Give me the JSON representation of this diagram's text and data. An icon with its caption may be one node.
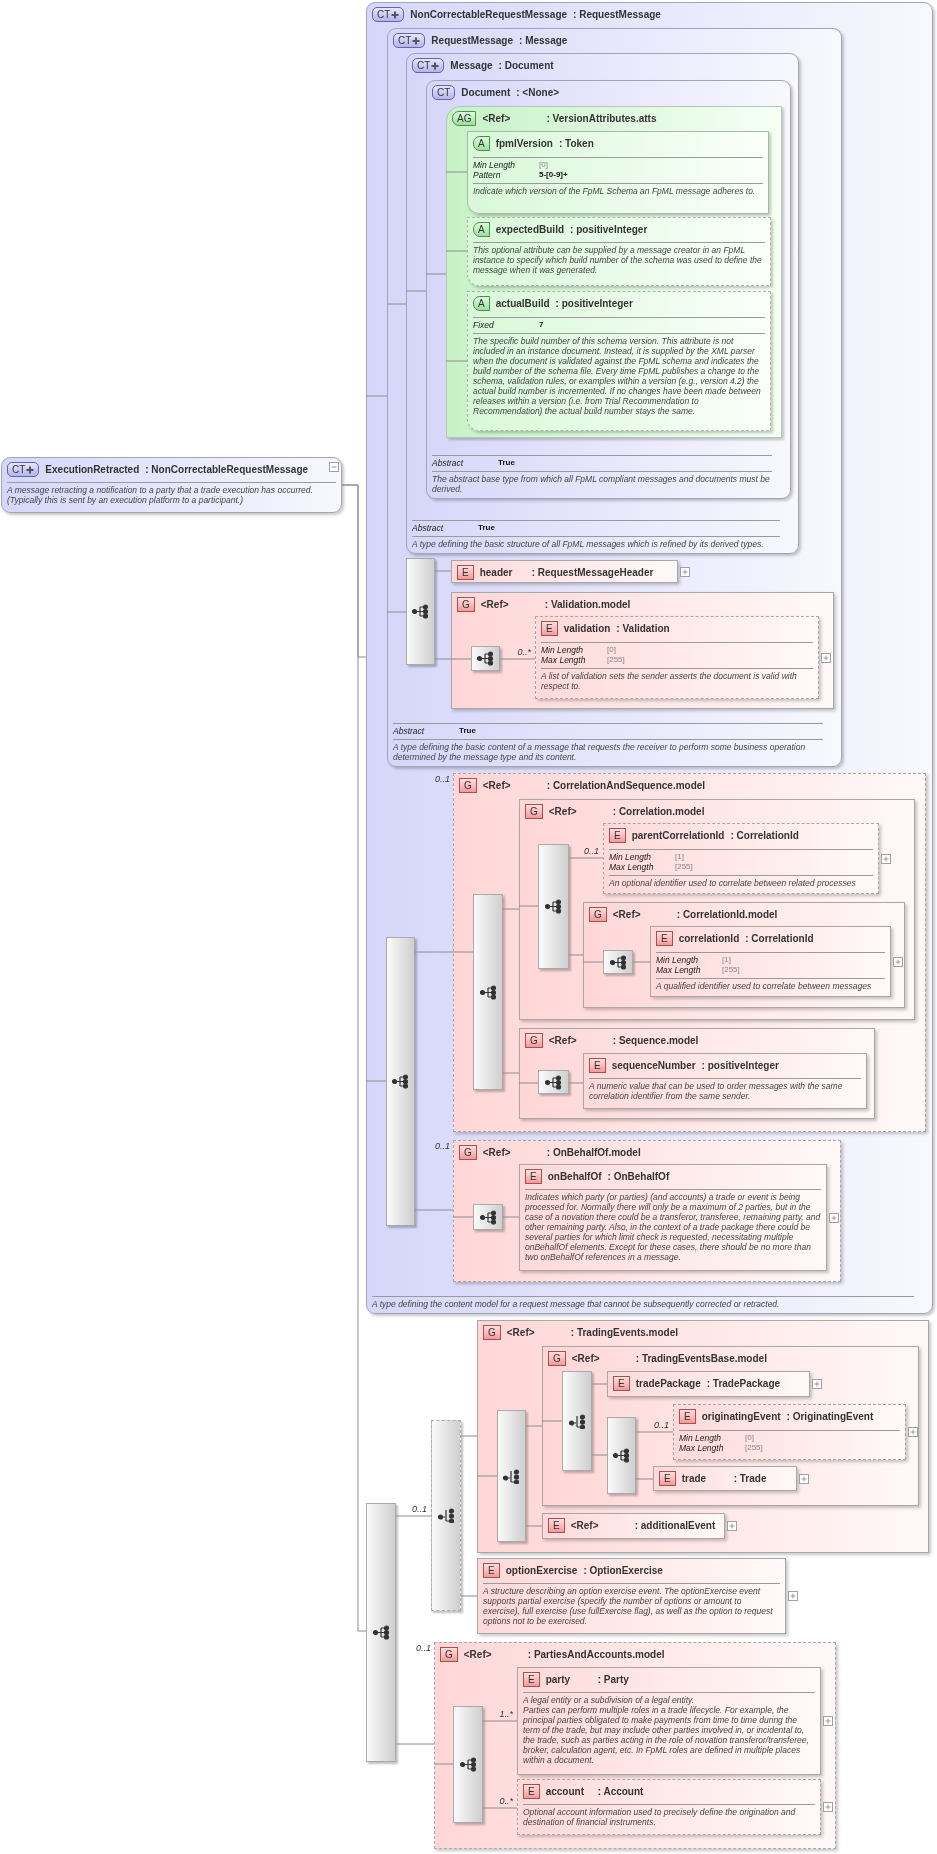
{
  "diagram": {
    "nodes": [
      {
        "text": [
          "CT",
          "ExecutionRetracted",
          ": NonCorrectableRequestMessage",
          "A message retracting a notification to a party that a trade execution has occurred. (Typically this is sent by an execution platform to a participant.)"
        ]
      },
      {
        "text": [
          "CT",
          "NonCorrectableRequestMessage",
          ": RequestMessage",
          "A type defining the content model for a request message that cannot be subsequently corrected or retracted."
        ]
      },
      {
        "text": [
          "CT",
          "RequestMessage",
          ": Message",
          "Abstract",
          "True",
          "A type defining the basic content of a message that requests the receiver to perform some business operation determined by the message type and its content."
        ],
        "in": 1
      },
      {
        "text": [
          "CT",
          "Message",
          ": Document",
          "Abstract",
          "True",
          "A type defining the basic structure of all FpML messages which is refined by its derived types."
        ],
        "in": 2
      },
      {
        "text": [
          "CT",
          "Document",
          ": <None>",
          "Abstract",
          "True",
          "The abstract base type from which all FpML compliant messages and documents must be derived."
        ],
        "in": 3
      },
      {
        "text": [
          "AG",
          "<Ref>",
          ": VersionAttributes.atts"
        ],
        "in": 4
      },
      {
        "text": [
          "A",
          "fpmlVersion",
          ": Token",
          "Min Length",
          "[0]",
          "Pattern",
          "5-[0-9]+",
          "Indicate which version of the FpML Schema an FpML message adheres to."
        ],
        "in": 5
      },
      {
        "text": [
          "A",
          "expectedBuild",
          ": positiveInteger",
          "This optional attribute can be supplied by a message creator in an FpML instance to specify which build number of the schema was used to define the message when it was generated."
        ],
        "in": 5
      },
      {
        "text": [
          "A",
          "actualBuild",
          ": positiveInteger",
          "Fixed",
          "7",
          "The specific build number of this schema version. This attribute is not included in an instance document. Instead, it is supplied by the XML parser when the document is validated against the FpML schema and indicates the build number of the schema file. Every time FpML publishes a change to the schema, validation rules, or examples within a version (e.g., version 4.2) the actual build number is incremented. If no changes have been made between releases within a version (i.e. from Trial Recommendation to Recommendation) the actual build number stays the same."
        ],
        "in": 5
      },
      {
        "text": [],
        "shape": "bar",
        "in": 2
      },
      {
        "text": [
          "E",
          "header",
          ": RequestMessageHeader"
        ],
        "in": 2
      },
      {
        "text": [
          "G",
          "<Ref>",
          ": Validation.model"
        ],
        "in": 2
      },
      {
        "text": [],
        "shape": "bar",
        "in": 11
      },
      {
        "text": [
          "E",
          "validation",
          ": Validation",
          "Min Length",
          "[0]",
          "Max Length",
          "[255]",
          "A list of validation sets the sender asserts the document is valid with respect to."
        ],
        "in": 11
      },
      {
        "text": [],
        "shape": "bar",
        "in": 1
      },
      {
        "text": [
          "G",
          "<Ref>",
          ": CorrelationAndSequence.model"
        ],
        "beside": [
          "0..1"
        ],
        "in": 1
      },
      {
        "text": [],
        "shape": "bar",
        "in": 15
      },
      {
        "text": [
          "G",
          "<Ref>",
          ": Correlation.model"
        ],
        "in": 15
      },
      {
        "text": [],
        "shape": "bar",
        "in": 17
      },
      {
        "text": [
          "E",
          "parentCorrelationId",
          ": CorrelationId",
          "Min Length",
          "[1]",
          "Max Length",
          "[255]",
          "An optional identifier used to correlate between related processes"
        ],
        "in": 17
      },
      {
        "text": [
          "G",
          "<Ref>",
          ": CorrelationId.model"
        ],
        "in": 17
      },
      {
        "text": [],
        "shape": "bar",
        "in": 20
      },
      {
        "text": [
          "E",
          "correlationId",
          ": CorrelationId",
          "Min Length",
          "[1]",
          "Max Length",
          "[255]",
          "A qualified identifier used to correlate between messages"
        ],
        "in": 20
      },
      {
        "text": [
          "G",
          "<Ref>",
          ": Sequence.model"
        ],
        "in": 15
      },
      {
        "text": [],
        "shape": "bar",
        "in": 23
      },
      {
        "text": [
          "E",
          "sequenceNumber",
          ": positiveInteger",
          "A numeric value that can be used to order messages with the same correlation identifier from the same sender."
        ],
        "in": 23
      },
      {
        "text": [
          "G",
          "<Ref>",
          ": OnBehalfOf.model"
        ],
        "beside": [
          "0..1"
        ],
        "in": 1
      },
      {
        "text": [],
        "shape": "bar",
        "in": 26
      },
      {
        "text": [
          "E",
          "onBehalfOf",
          ": OnBehalfOf",
          "Indicates which party (or parties) (and accounts) a trade or event is being processed for. Normally there will only be a maximum of 2 parties, but in the case of a novation there could be a transferor, transferee, remaining party, and other remaining party. Also, in the context of a trade package there could be several parties for which limit check is requested, necessitating multiple onBehalfOf elements. Except for these cases, there should be no more than two onBehalfOf references in a message."
        ],
        "in": 26
      },
      {
        "text": [],
        "shape": "bar"
      },
      {
        "text": [],
        "shape": "bar"
      },
      {
        "text": [
          "G",
          "<Ref>",
          ": TradingEvents.model"
        ]
      },
      {
        "text": [],
        "shape": "bar",
        "in": 31
      },
      {
        "text": [
          "G",
          "<Ref>",
          ": TradingEventsBase.model"
        ],
        "in": 31
      },
      {
        "text": [],
        "shape": "bar",
        "in": 33
      },
      {
        "text": [
          "E",
          "tradePackage",
          ": TradePackage"
        ],
        "in": 33
      },
      {
        "text": [],
        "shape": "bar",
        "in": 33
      },
      {
        "text": [
          "E",
          "originatingEvent",
          ": OriginatingEvent",
          "Min Length",
          "[0]",
          "Max Length",
          "[255]"
        ],
        "in": 33
      },
      {
        "text": [
          "E",
          "trade",
          ": Trade"
        ],
        "in": 33
      },
      {
        "text": [
          "E",
          "<Ref>",
          ": additionalEvent"
        ],
        "in": 31
      },
      {
        "text": [
          "E",
          "optionExercise",
          ": OptionExercise",
          "A structure describing an option exercise event. The optionExercise event supports partial exercise (specify the number of options or amount to exercise), full exercise (use fullExercise flag), as well as the option to request options not to be exercised."
        ]
      },
      {
        "text": [
          "G",
          "<Ref>",
          ": PartiesAndAccounts.model"
        ],
        "beside": [
          "0..1"
        ]
      },
      {
        "text": [],
        "shape": "bar",
        "in": 41
      },
      {
        "text": [
          "E",
          "party",
          ": Party",
          "A legal entity or a subdivision of a legal entity.",
          "Parties can perform multiple roles in a trade lifecycle. For example, the principal parties obligated to make payments from time to time during the term of the trade, but may include other parties involved in, or incidental to, the trade, such as parties acting in the role of novation transferor/transferee, broker, calculation agent, etc. In FpML roles are defined in multiple places within a document."
        ],
        "in": 41
      },
      {
        "text": [
          "E",
          "account",
          ": Account",
          "Optional account information used to precisely define the origination and destination of financial instruments."
        ],
        "in": 41
      }
    ],
    "edges": [
      {
        "from": 0,
        "to": 1,
        "arrow": "none"
      },
      {
        "from": 0,
        "to": 29,
        "arrow": "none"
      },
      {
        "from": 1,
        "to": 2,
        "arrow": "none"
      },
      {
        "from": 2,
        "to": 3,
        "arrow": "none"
      },
      {
        "from": 3,
        "to": 4,
        "arrow": "none"
      },
      {
        "from": 4,
        "to": 5,
        "arrow": "none"
      },
      {
        "from": 5,
        "to": 6,
        "arrow": "none"
      },
      {
        "from": 5,
        "to": 7,
        "arrow": "none"
      },
      {
        "from": 5,
        "to": 8,
        "arrow": "none"
      },
      {
        "from": 1,
        "to": 14,
        "arrow": "none"
      },
      {
        "from": 2,
        "to": 9,
        "arrow": "none"
      },
      {
        "from": 9,
        "to": 10,
        "arrow": "none"
      },
      {
        "from": 9,
        "to": 11,
        "arrow": "none"
      },
      {
        "from": 11,
        "to": 12,
        "arrow": "none"
      },
      {
        "from": 12,
        "to": 13,
        "arrow": "none",
        "label": "0..*"
      },
      {
        "from": 14,
        "to": 15,
        "arrow": "none"
      },
      {
        "from": 14,
        "to": 26,
        "arrow": "none"
      },
      {
        "from": 15,
        "to": 16,
        "arrow": "none"
      },
      {
        "from": 16,
        "to": 17,
        "arrow": "none"
      },
      {
        "from": 16,
        "to": 23,
        "arrow": "none"
      },
      {
        "from": 17,
        "to": 18,
        "arrow": "none"
      },
      {
        "from": 18,
        "to": 19,
        "arrow": "none",
        "label": "0..1"
      },
      {
        "from": 18,
        "to": 20,
        "arrow": "none"
      },
      {
        "from": 20,
        "to": 21,
        "arrow": "none"
      },
      {
        "from": 21,
        "to": 22,
        "arrow": "none"
      },
      {
        "from": 23,
        "to": 24,
        "arrow": "none"
      },
      {
        "from": 24,
        "to": 25,
        "arrow": "none"
      },
      {
        "from": 26,
        "to": 27,
        "arrow": "none"
      },
      {
        "from": 27,
        "to": 28,
        "arrow": "none"
      },
      {
        "from": 29,
        "to": 30,
        "arrow": "none",
        "label": "0..1"
      },
      {
        "from": 29,
        "to": 41,
        "arrow": "none"
      },
      {
        "from": 30,
        "to": 31,
        "arrow": "none"
      },
      {
        "from": 30,
        "to": 40,
        "arrow": "none"
      },
      {
        "from": 31,
        "to": 32,
        "arrow": "none"
      },
      {
        "from": 32,
        "to": 33,
        "arrow": "none"
      },
      {
        "from": 32,
        "to": 39,
        "arrow": "none"
      },
      {
        "from": 33,
        "to": 34,
        "arrow": "none"
      },
      {
        "from": 34,
        "to": 35,
        "arrow": "none"
      },
      {
        "from": 34,
        "to": 36,
        "arrow": "none"
      },
      {
        "from": 36,
        "to": 37,
        "arrow": "none",
        "label": "0..1"
      },
      {
        "from": 36,
        "to": 38,
        "arrow": "none"
      },
      {
        "from": 41,
        "to": 42,
        "arrow": "none"
      },
      {
        "from": 42,
        "to": 43,
        "arrow": "none",
        "label": "1..*"
      },
      {
        "from": 42,
        "to": 44,
        "arrow": "none",
        "label": "0..*"
      }
    ]
  }
}
